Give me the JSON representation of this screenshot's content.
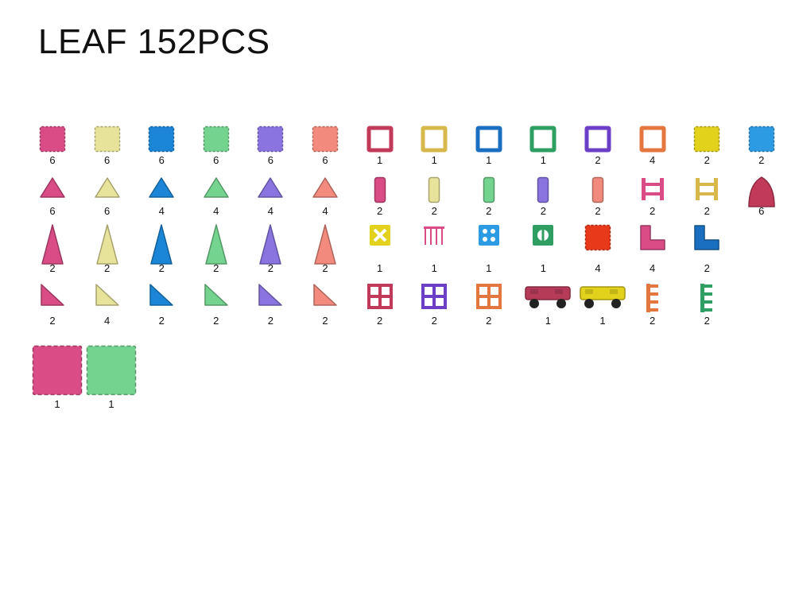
{
  "title": "LEAF 152PCS",
  "colors": {
    "pink": "#d94c85",
    "cream": "#e8e39a",
    "blue": "#1b86d6",
    "green": "#74d38f",
    "purple": "#8a74df",
    "salmon": "#f28b7e",
    "crimson": "#c23a5a",
    "gold": "#d6b94a",
    "royal": "#1a6fc0",
    "emerald": "#2e9e62",
    "violet": "#6b3fc6",
    "orange": "#e4763f",
    "yellow": "#e2d21b",
    "sky": "#2d9be3",
    "red": "#e8391b",
    "wine": "#b63b58"
  },
  "rows": [
    [
      {
        "shape": "square",
        "color": "pink",
        "count": "6"
      },
      {
        "shape": "square",
        "color": "cream",
        "count": "6"
      },
      {
        "shape": "square",
        "color": "blue",
        "count": "6"
      },
      {
        "shape": "square",
        "color": "green",
        "count": "6"
      },
      {
        "shape": "square",
        "color": "purple",
        "count": "6"
      },
      {
        "shape": "square",
        "color": "salmon",
        "count": "6"
      },
      {
        "shape": "frame",
        "color": "crimson",
        "count": "1"
      },
      {
        "shape": "frame",
        "color": "gold",
        "count": "1"
      },
      {
        "shape": "frame",
        "color": "royal",
        "count": "1"
      },
      {
        "shape": "frame",
        "color": "emerald",
        "count": "1"
      },
      {
        "shape": "frame",
        "color": "violet",
        "count": "2"
      },
      {
        "shape": "frame",
        "color": "orange",
        "count": "4"
      },
      {
        "shape": "square",
        "color": "yellow",
        "count": "2"
      },
      {
        "shape": "square",
        "color": "sky",
        "count": "2"
      }
    ],
    [
      {
        "shape": "triangle",
        "color": "pink",
        "count": "6"
      },
      {
        "shape": "triangle",
        "color": "cream",
        "count": "6"
      },
      {
        "shape": "triangle",
        "color": "blue",
        "count": "4"
      },
      {
        "shape": "triangle",
        "color": "green",
        "count": "4"
      },
      {
        "shape": "triangle",
        "color": "purple",
        "count": "4"
      },
      {
        "shape": "triangle",
        "color": "salmon",
        "count": "4"
      },
      {
        "shape": "rect",
        "color": "pink",
        "count": "2"
      },
      {
        "shape": "rect",
        "color": "cream",
        "count": "2"
      },
      {
        "shape": "rect",
        "color": "green",
        "count": "2"
      },
      {
        "shape": "rect",
        "color": "purple",
        "count": "2"
      },
      {
        "shape": "rect",
        "color": "salmon",
        "count": "2"
      },
      {
        "shape": "ladder",
        "color": "pink",
        "count": "2"
      },
      {
        "shape": "ladder",
        "color": "gold",
        "count": "2"
      },
      {
        "shape": "arch",
        "color": "crimson",
        "count": "6"
      }
    ],
    [
      {
        "shape": "tall-triangle",
        "color": "pink",
        "count": "2"
      },
      {
        "shape": "tall-triangle",
        "color": "cream",
        "count": "2"
      },
      {
        "shape": "tall-triangle",
        "color": "blue",
        "count": "2"
      },
      {
        "shape": "tall-triangle",
        "color": "green",
        "count": "2"
      },
      {
        "shape": "tall-triangle",
        "color": "purple",
        "count": "2"
      },
      {
        "shape": "tall-triangle",
        "color": "salmon",
        "count": "2"
      },
      {
        "shape": "x-tile",
        "color": "yellow",
        "count": "1"
      },
      {
        "shape": "gate",
        "color": "pink",
        "count": "1"
      },
      {
        "shape": "dot-tile",
        "color": "sky",
        "count": "1"
      },
      {
        "shape": "ring-tile",
        "color": "emerald",
        "count": "1"
      },
      {
        "shape": "square",
        "color": "red",
        "count": "4"
      },
      {
        "shape": "l-shape",
        "color": "pink",
        "count": "4"
      },
      {
        "shape": "l-shape",
        "color": "royal",
        "count": "2"
      }
    ],
    [
      {
        "shape": "right-triangle",
        "color": "pink",
        "count": "2"
      },
      {
        "shape": "right-triangle",
        "color": "cream",
        "count": "4"
      },
      {
        "shape": "right-triangle",
        "color": "blue",
        "count": "2"
      },
      {
        "shape": "right-triangle",
        "color": "green",
        "count": "2"
      },
      {
        "shape": "right-triangle",
        "color": "purple",
        "count": "2"
      },
      {
        "shape": "right-triangle",
        "color": "salmon",
        "count": "2"
      },
      {
        "shape": "window",
        "color": "crimson",
        "count": "2"
      },
      {
        "shape": "window",
        "color": "violet",
        "count": "2"
      },
      {
        "shape": "window",
        "color": "orange",
        "count": "2"
      },
      {
        "shape": "car",
        "color": "wine",
        "count": "1"
      },
      {
        "shape": "car",
        "color": "yellow",
        "count": "1"
      },
      {
        "shape": "comb",
        "color": "orange",
        "count": "2"
      },
      {
        "shape": "comb",
        "color": "emerald",
        "count": "2"
      }
    ]
  ],
  "big": [
    {
      "shape": "big-square",
      "color": "pink",
      "count": "1"
    },
    {
      "shape": "big-square",
      "color": "green",
      "count": "1"
    }
  ]
}
